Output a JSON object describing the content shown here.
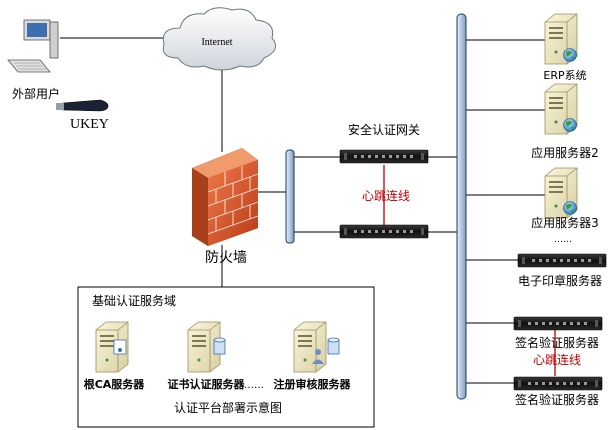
{
  "nodes": {
    "internet": "Internet",
    "external_user": "外部用户",
    "ukey": "UKEY",
    "firewall": "防火墙",
    "gateway": "安全认证网关",
    "gateway_heartbeat": "心跳连线",
    "erp": "ERP系统",
    "app_server_2": "应用服务器2",
    "app_server_3": "应用服务器3",
    "right_ellipsis": "……",
    "seal_server": "电子印章服务器",
    "sig_server_1": "签名验证服务器",
    "sig_heartbeat": "心跳连线",
    "sig_server_2": "签名验证服务器"
  },
  "domain": {
    "title": "基础认证服务域",
    "root_ca": "根CA服务器",
    "cert_auth": "证书认证服务器",
    "ellipsis": "……",
    "reg_audit": "注册审核服务器",
    "caption": "认证平台部署示意图"
  },
  "colors": {
    "bus_fill": "#b7c9df",
    "bus_stroke": "#1f3b63",
    "heartbeat": "#c00000",
    "firewall": "#d8502a",
    "device": "#1c1c1c"
  }
}
